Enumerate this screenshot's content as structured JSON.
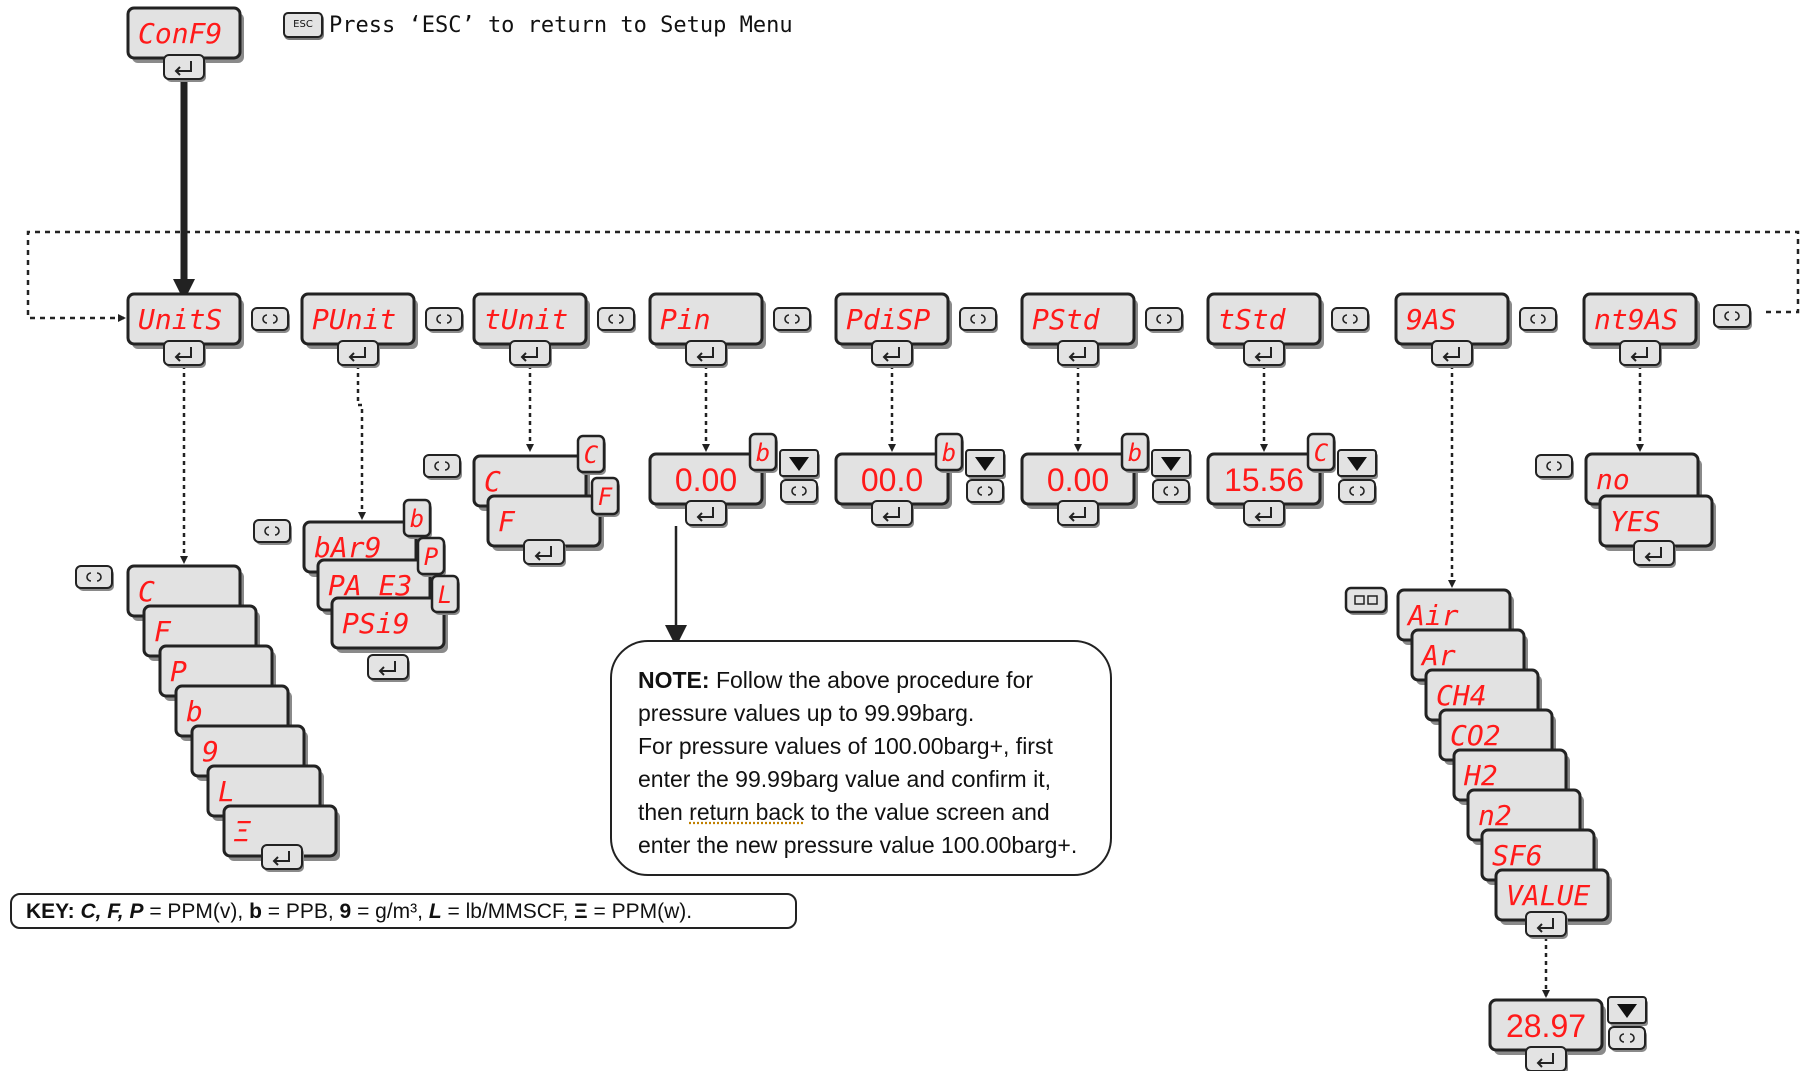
{
  "header": {
    "esc_key": "ESC",
    "esc_text": "Press ‘ESC’ to return to Setup Menu"
  },
  "root": {
    "display": "ConF9"
  },
  "menu": [
    {
      "display": "UnitS",
      "options": [
        "C",
        "F",
        "P",
        "b",
        "9",
        "L",
        "Ξ"
      ]
    },
    {
      "display": "PUnit",
      "options": [
        "bAr9",
        "PA E3",
        "PSi9"
      ],
      "badges": [
        "b",
        "P",
        "L"
      ]
    },
    {
      "display": "tUnit",
      "options": [
        "C",
        "F"
      ],
      "badges": [
        "C",
        "F"
      ]
    },
    {
      "display": "Pin",
      "value": "0.00",
      "badge": "b"
    },
    {
      "display": "PdiSP",
      "value": "00.0",
      "badge": "b"
    },
    {
      "display": "PStd",
      "value": "0.00",
      "badge": "b"
    },
    {
      "display": "tStd",
      "value": "15.56",
      "badge": "C"
    },
    {
      "display": "9AS",
      "options": [
        "Air",
        "Ar",
        "CH4",
        "CO2",
        "H2",
        "n2",
        "SF6",
        "VALUE"
      ],
      "value": "28.97"
    },
    {
      "display": "nt9AS",
      "options": [
        "no",
        "YES"
      ]
    }
  ],
  "icons": {
    "enter": "enter-icon",
    "back": "back-icon",
    "down": "down-arrow-icon",
    "dual": "dual-square-icon"
  },
  "note": {
    "label": "NOTE:",
    "line1": "Follow the above procedure for",
    "line2": "pressure values up to 99.99barg.",
    "line3": "For pressure values of 100.00barg+, first",
    "line4": "enter the 99.99barg value and confirm it,",
    "line5_a": "then ",
    "line5_b": "return back",
    "line5_c": " to the value screen and",
    "line6": "enter the new pressure value 100.00barg+."
  },
  "key": {
    "label": "KEY:",
    "text1": "C, F, P",
    "text2": " = PPM(v), ",
    "text3": "b",
    "text4": " = PPB, ",
    "text5": "9",
    "text6": " = g/m³, ",
    "text7": "L",
    "text8": " = lb/MMSCF, ",
    "text9": "Ξ",
    "text10": "  = PPM(w)."
  },
  "colors": {
    "segment_red": "#ff1a1a",
    "display_grey": "#e2e2e2",
    "outline": "#222222"
  }
}
